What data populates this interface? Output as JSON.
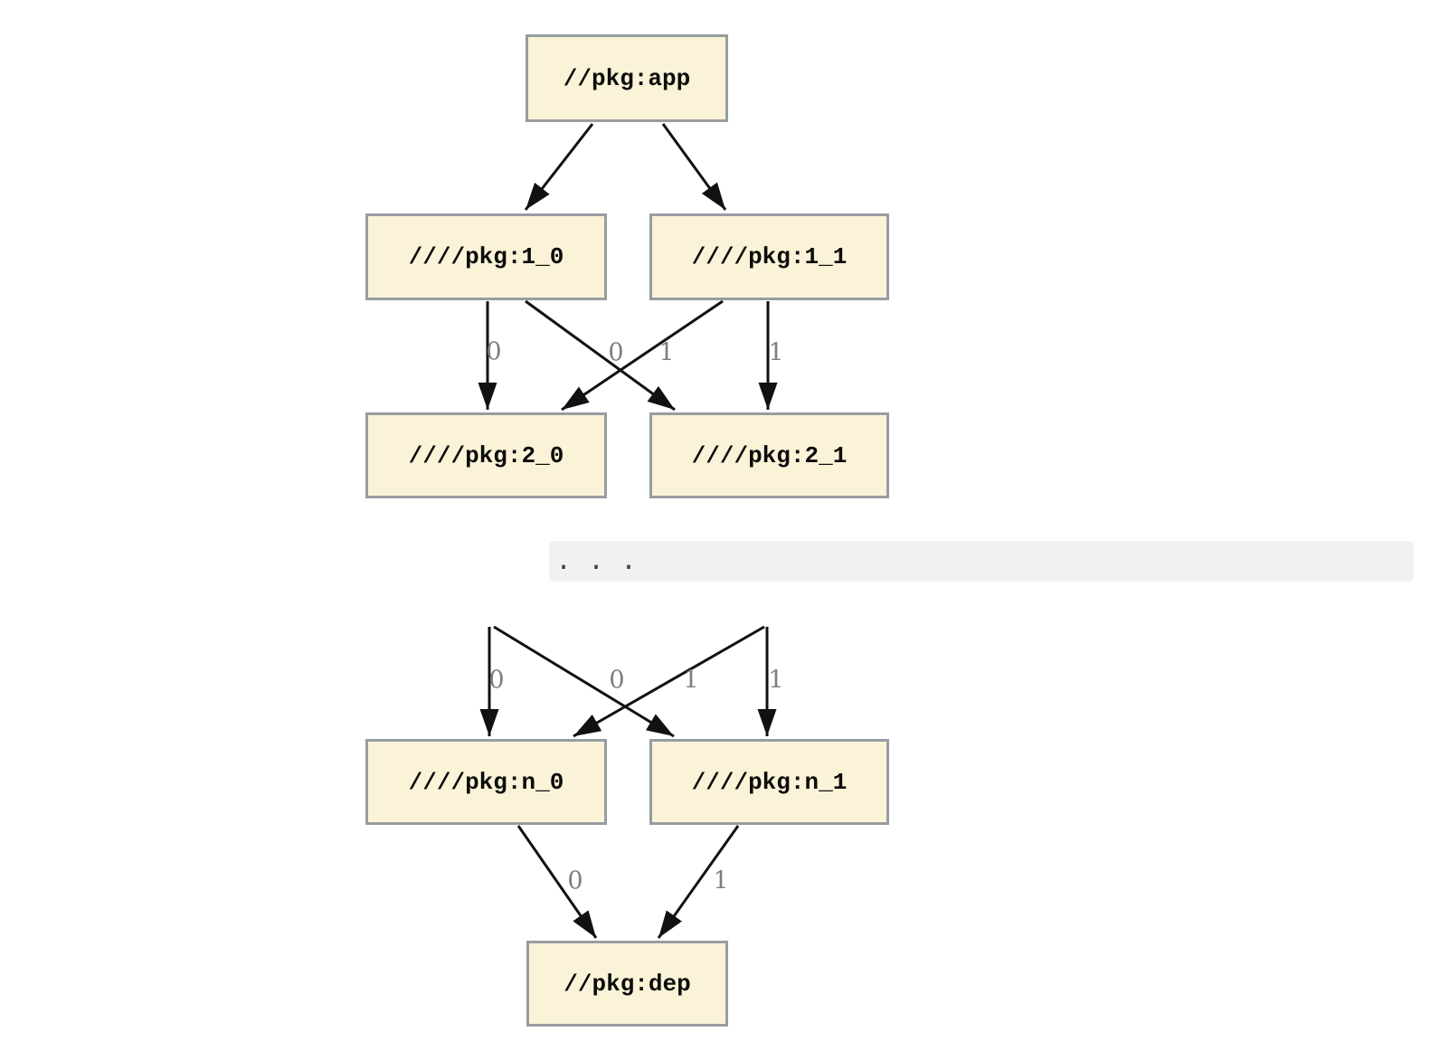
{
  "graph": {
    "description_text": "",
    "nodes": {
      "app": {
        "label": "//pkg:app"
      },
      "n1_0": {
        "label": "////pkg:1_0"
      },
      "n1_1": {
        "label": "////pkg:1_1"
      },
      "n2_0": {
        "label": "////pkg:2_0"
      },
      "n2_1": {
        "label": "////pkg:2_1"
      },
      "nn_0": {
        "label": "////pkg:n_0"
      },
      "nn_1": {
        "label": "////pkg:n_1"
      },
      "dep": {
        "label": "//pkg:dep"
      }
    },
    "edges": [
      {
        "from": "//pkg:app",
        "to": "////pkg:1_0",
        "label": ""
      },
      {
        "from": "//pkg:app",
        "to": "////pkg:1_1",
        "label": ""
      },
      {
        "from": "////pkg:1_0",
        "to": "////pkg:2_0",
        "label": "0"
      },
      {
        "from": "////pkg:1_0",
        "to": "////pkg:2_1",
        "label": "1"
      },
      {
        "from": "////pkg:1_1",
        "to": "////pkg:2_0",
        "label": "0"
      },
      {
        "from": "////pkg:1_1",
        "to": "////pkg:2_1",
        "label": "1"
      },
      {
        "from": "…",
        "to": "////pkg:n_0",
        "label": "0"
      },
      {
        "from": "…",
        "to": "////pkg:n_1",
        "label": "1"
      },
      {
        "from": "…",
        "to": "////pkg:n_0",
        "label": "0"
      },
      {
        "from": "…",
        "to": "////pkg:n_1",
        "label": "1"
      },
      {
        "from": "////pkg:n_0",
        "to": "//pkg:dep",
        "label": "0"
      },
      {
        "from": "////pkg:n_1",
        "to": "//pkg:dep",
        "label": "1"
      }
    ],
    "ellipsis": ". . ."
  },
  "colors": {
    "background": "#ffffff",
    "node_fill": "#fbf3d7",
    "node_border": "#979da1",
    "node_text": "#0c0c0c",
    "edge": "#111111",
    "edge_label": "#7e7e7e",
    "ellipsis_bg": "#f1f1f1",
    "ellipsis_dots": "#3d3d3d"
  }
}
